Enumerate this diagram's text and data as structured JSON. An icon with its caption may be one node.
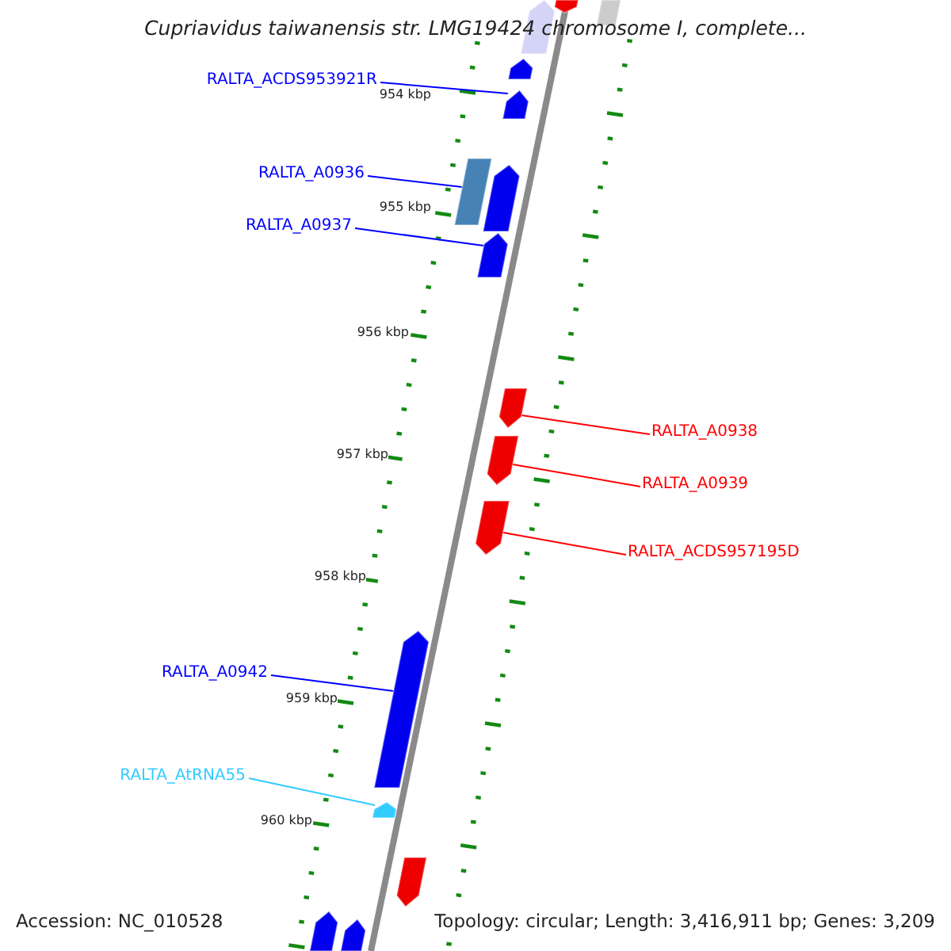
{
  "diagram": {
    "title": "Cupriavidus taiwanensis str. LMG19424 chromosome I, complete...",
    "nodes": [
      {
        "text": [
          "RALTA_ACDS953921R"
        ]
      },
      {
        "text": [],
        "shape": "arrow"
      },
      {
        "text": [
          "RALTA_A0936"
        ]
      },
      {
        "text": [],
        "shape": "box"
      },
      {
        "text": [
          "RALTA_A0937"
        ]
      },
      {
        "text": [],
        "shape": "arrow"
      },
      {
        "text": [
          "RALTA_A0938"
        ]
      },
      {
        "text": [],
        "shape": "arrow"
      },
      {
        "text": [
          "RALTA_A0939"
        ]
      },
      {
        "text": [],
        "shape": "arrow"
      },
      {
        "text": [
          "RALTA_ACDS957195D"
        ]
      },
      {
        "text": [],
        "shape": "arrow"
      },
      {
        "text": [
          "RALTA_A0942"
        ]
      },
      {
        "text": [],
        "shape": "arrow"
      },
      {
        "text": [
          "RALTA_AtRNA55"
        ]
      },
      {
        "text": [],
        "shape": "arrow"
      },
      {
        "text": [],
        "shape": "arrow"
      },
      {
        "text": [],
        "shape": "box"
      },
      {
        "text": [],
        "shape": "arrow"
      },
      {
        "text": [],
        "shape": "arrow"
      },
      {
        "text": [],
        "shape": "arrow"
      },
      {
        "text": [],
        "shape": "arrow"
      },
      {
        "text": [],
        "shape": "arrow"
      },
      {
        "text": [],
        "shape": "arrow"
      }
    ],
    "edges": [
      {
        "from": 0,
        "to": 1,
        "arrow": "none"
      },
      {
        "from": 2,
        "to": 3,
        "arrow": "none"
      },
      {
        "from": 4,
        "to": 5,
        "arrow": "none"
      },
      {
        "from": 6,
        "to": 7,
        "arrow": "none",
        "color": "#ff0000"
      },
      {
        "from": 8,
        "to": 9,
        "arrow": "none",
        "color": "#ff0000"
      },
      {
        "from": 10,
        "to": 11,
        "arrow": "none",
        "color": "#ff0000"
      },
      {
        "from": 12,
        "to": 13,
        "arrow": "none"
      },
      {
        "from": 14,
        "to": 15,
        "arrow": "none",
        "color": "#33ccff"
      }
    ],
    "labels": [
      "954 kbp",
      "955 kbp",
      "956 kbp",
      "957 kbp",
      "958 kbp",
      "959 kbp",
      "960 kbp",
      "Accession: NC_010528",
      "Topology: circular; Length: 3,416,911 bp; Genes: 3,209"
    ]
  }
}
